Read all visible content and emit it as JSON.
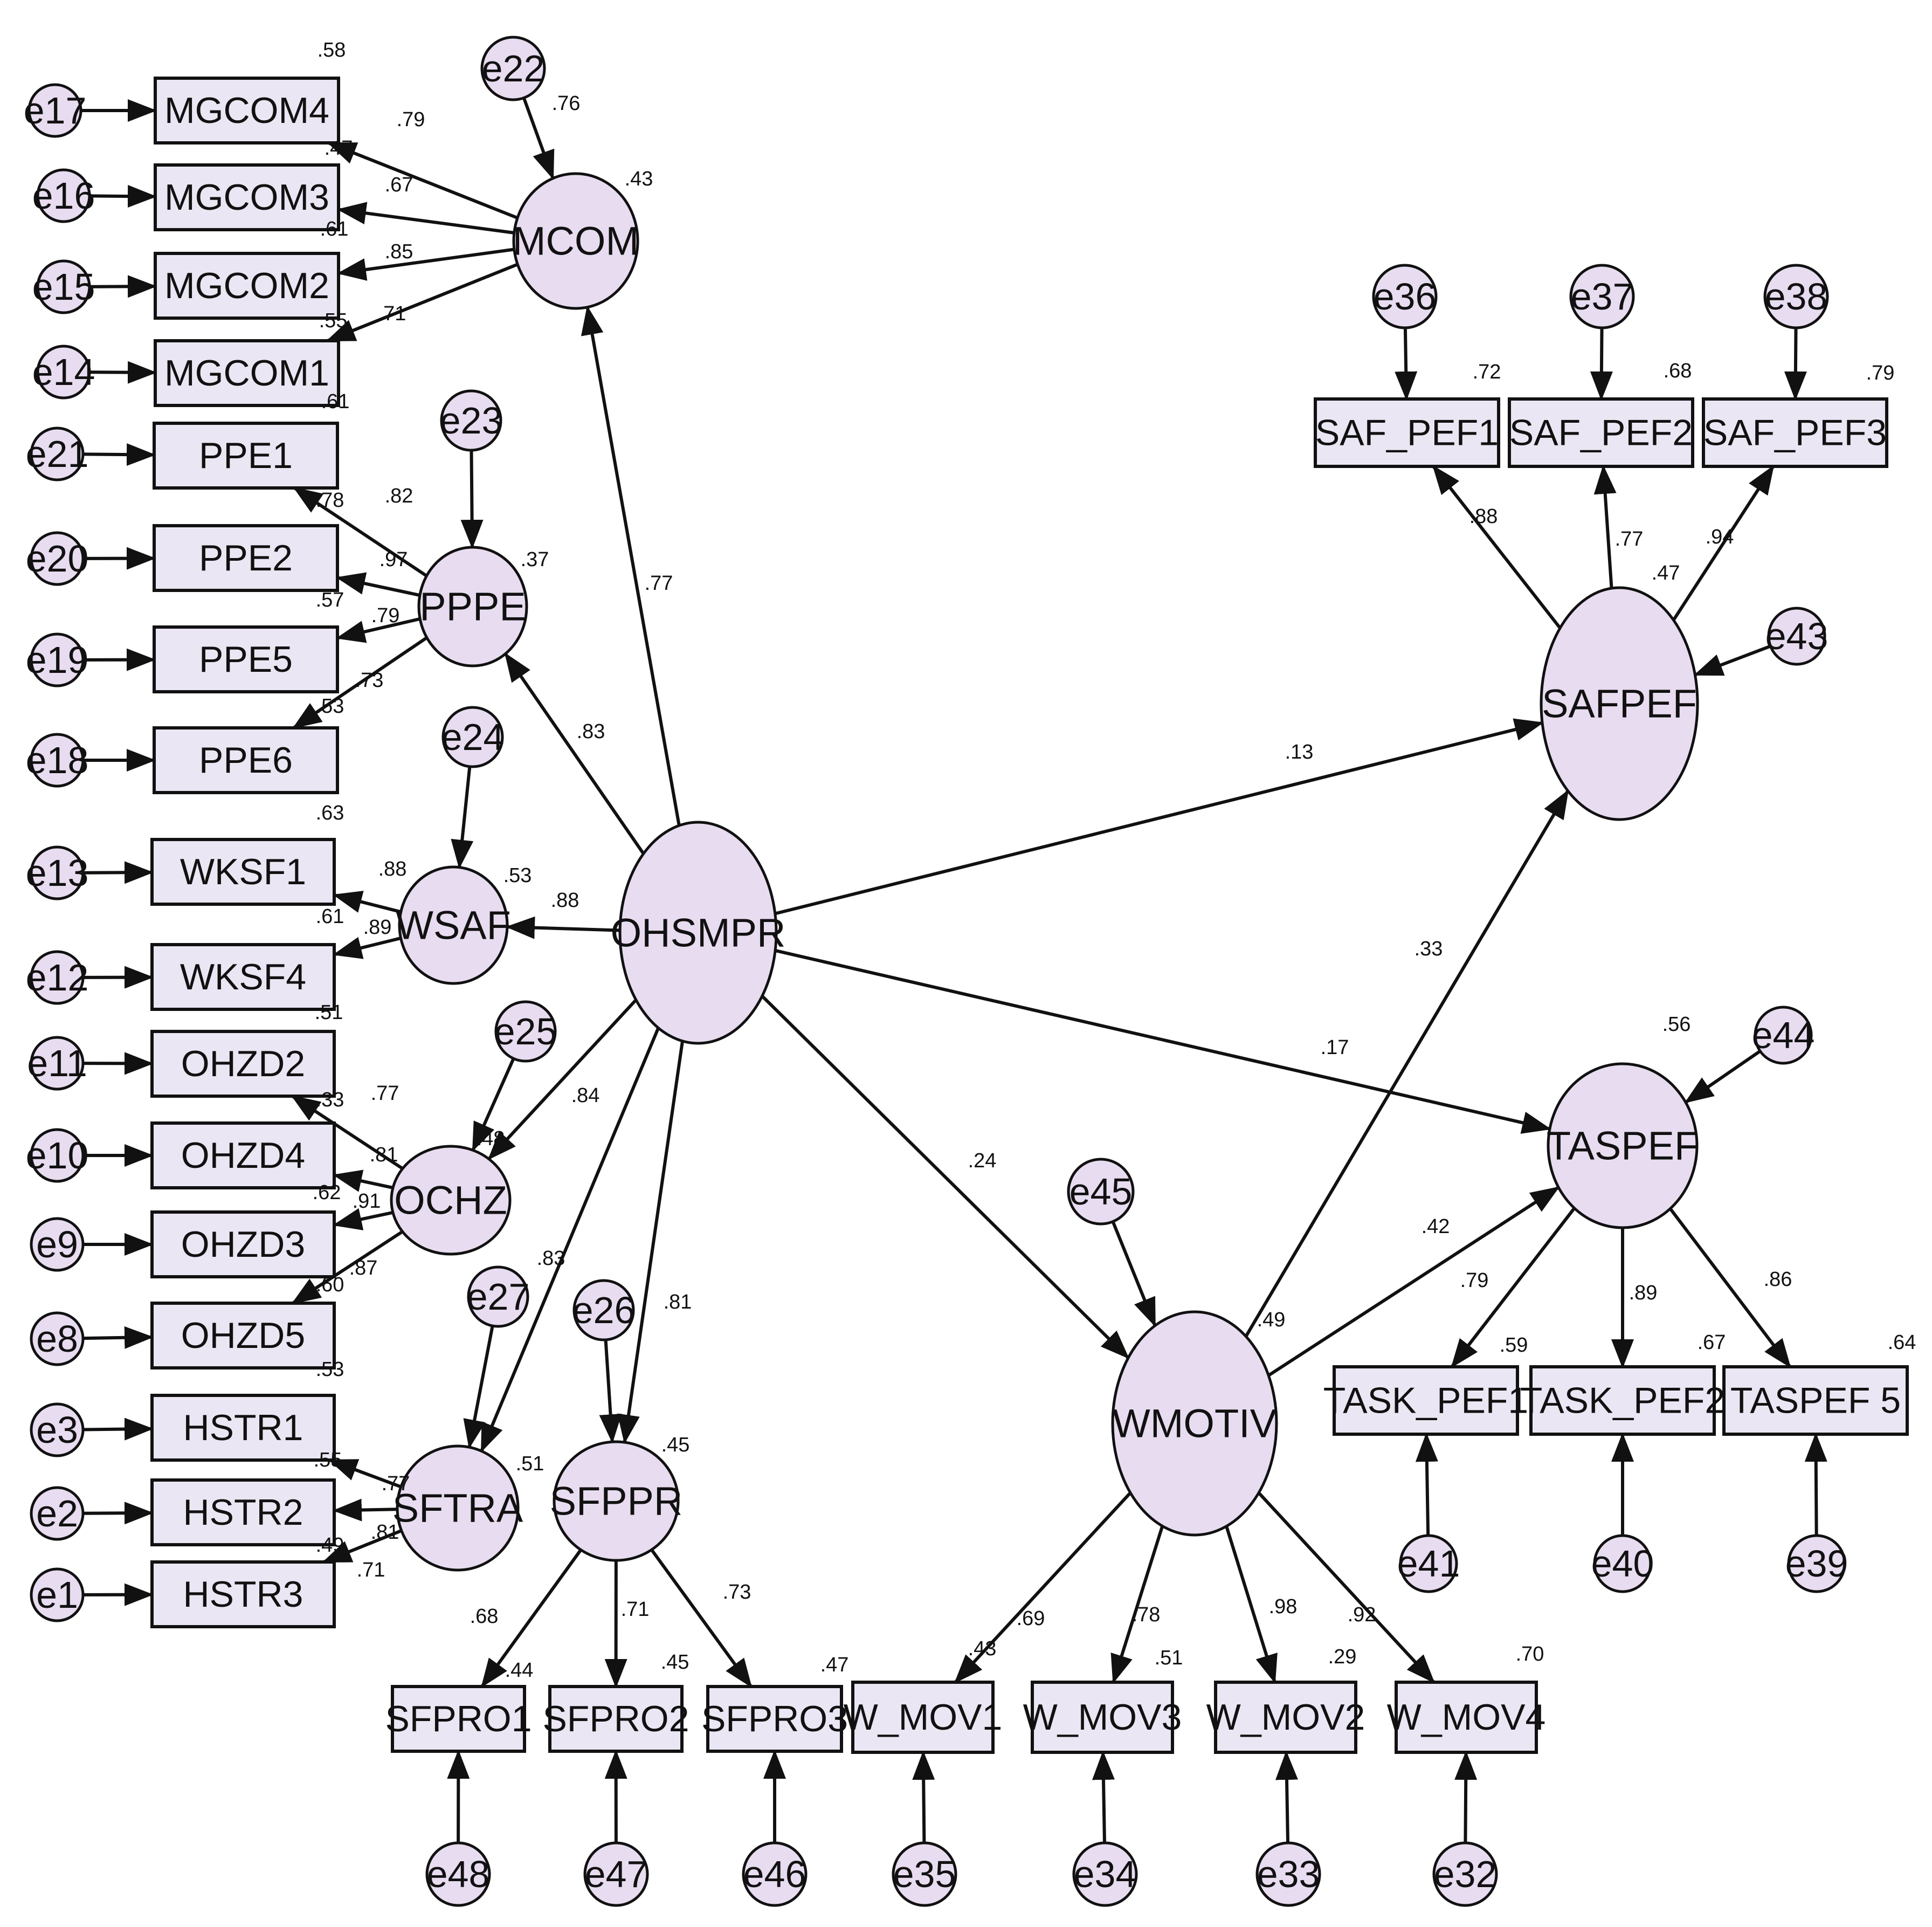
{
  "colors": {
    "latent_fill": "#e8dcf0",
    "box_fill": "#ebe6f3",
    "stroke": "#111111",
    "background": "#ffffff"
  },
  "latents": {
    "OHSMPR": "OHSMPR",
    "MCOM": "MCOM",
    "PPPE": "PPPE",
    "WSAF": "WSAF",
    "OCHZ": "OCHZ",
    "SFTRA": "SFTRA",
    "SFPPR": "SFPPR",
    "WMOTIV": "WMOTIV",
    "SAFPEF": "SAFPEF",
    "TASPEF": "TASPEF"
  },
  "indicators": {
    "MGCOM4": "MGCOM4",
    "MGCOM3": "MGCOM3",
    "MGCOM2": "MGCOM2",
    "MGCOM1": "MGCOM1",
    "PPE1": "PPE1",
    "PPE2": "PPE2",
    "PPE5": "PPE5",
    "PPE6": "PPE6",
    "WKSF1": "WKSF1",
    "WKSF4": "WKSF4",
    "OHZD2": "OHZD2",
    "OHZD4": "OHZD4",
    "OHZD3": "OHZD3",
    "OHZD5": "OHZD5",
    "HSTR1": "HSTR1",
    "HSTR2": "HSTR2",
    "HSTR3": "HSTR3",
    "SFPRO1": "SFPRO1",
    "SFPRO2": "SFPRO2",
    "SFPRO3": "SFPRO3",
    "W_MOV1": "W_MOV1",
    "W_MOV3": "W_MOV3",
    "W_MOV2": "W_MOV2",
    "W_MOV4": "W_MOV4",
    "SAF_PEF1": "SAF_PEF1",
    "SAF_PEF2": "SAF_PEF2",
    "SAF_PEF3": "SAF_PEF3",
    "TASK_PEF1": "TASK_PEF1",
    "TASK_PEF2": "TASK_PEF2",
    "TASPEF5": "TASPEF 5"
  },
  "errors": {
    "e1": "e1",
    "e2": "e2",
    "e3": "e3",
    "e8": "e8",
    "e9": "e9",
    "e10": "e10",
    "e11": "e11",
    "e12": "e12",
    "e13": "e13",
    "e14": "e14",
    "e15": "e15",
    "e16": "e16",
    "e17": "e17",
    "e18": "e18",
    "e19": "e19",
    "e20": "e20",
    "e21": "e21",
    "e22": "e22",
    "e23": "e23",
    "e24": "e24",
    "e25": "e25",
    "e26": "e26",
    "e27": "e27",
    "e32": "e32",
    "e33": "e33",
    "e34": "e34",
    "e35": "e35",
    "e36": "e36",
    "e37": "e37",
    "e38": "e38",
    "e39": "e39",
    "e40": "e40",
    "e41": "e41",
    "e43": "e43",
    "e44": "e44",
    "e45": "e45",
    "e46": "e46",
    "e47": "e47",
    "e48": "e48"
  },
  "r2": {
    "MGCOM4": ".58",
    "MGCOM3": ".47",
    "MGCOM2": ".61",
    "MGCOM1": ".55",
    "PPE1": ".61",
    "PPE2": ".78",
    "PPE5": ".57",
    "PPE6": ".53",
    "WKSF1": ".63",
    "WKSF4": ".61",
    "OHZD2": ".51",
    "OHZD4": ".33",
    "OHZD3": ".62",
    "OHZD5": ".60",
    "HSTR1": ".53",
    "HSTR2": ".55",
    "HSTR3": ".49",
    "MCOM": ".43",
    "PPPE": ".37",
    "WSAF": ".53",
    "OCHZ": ".48",
    "SFTRA": ".51",
    "SFPPR": ".45",
    "WMOTIV": ".49",
    "SAFPEF": ".47",
    "TASPEF": ".56",
    "SFPRO1": ".44",
    "SFPRO2": ".45",
    "SFPRO3": ".47",
    "W_MOV1": ".43",
    "W_MOV3": ".51",
    "W_MOV2": ".29",
    "W_MOV4": ".70",
    "SAF_PEF1": ".72",
    "SAF_PEF2": ".68",
    "SAF_PEF3": ".79",
    "TASK_PEF1": ".59",
    "TASK_PEF2": ".67",
    "TASPEF5": ".64"
  },
  "paths": {
    "MCOM_MGCOM4": ".79",
    "MCOM_MGCOM3": ".67",
    "MCOM_MGCOM2": ".85",
    "MCOM_MGCOM1": ".71",
    "e22_MCOM": ".76",
    "PPPE_PPE1": ".82",
    "PPPE_PPE2": ".97",
    "PPPE_PPE5": ".79",
    "PPPE_PPE6": ".73",
    "WSAF_WKSF1": ".88",
    "WSAF_WKSF4": ".89",
    "OCHZ_OHZD2": ".77",
    "OCHZ_OHZD4": ".81",
    "OCHZ_OHZD3": ".91",
    "OCHZ_OHZD5": ".87",
    "SFTRA_HSTR1": ".77",
    "SFTRA_HSTR2": ".81",
    "SFTRA_HSTR3": ".71",
    "OHSMPR_MCOM": ".77",
    "OHSMPR_PPPE": ".83",
    "OHSMPR_WSAF": ".88",
    "OHSMPR_OCHZ": ".84",
    "OHSMPR_SFTRA": ".83",
    "OHSMPR_SFPPR": ".81",
    "OHSMPR_WMOTIV": ".24",
    "OHSMPR_SAFPEF": ".13",
    "OHSMPR_TASPEF": ".17",
    "WMOTIV_SAFPEF": ".33",
    "WMOTIV_TASPEF": ".42",
    "SFPPR_SFPRO1": ".68",
    "SFPPR_SFPRO2": ".71",
    "SFPPR_SFPRO3": ".73",
    "WMOTIV_W_MOV1": ".69",
    "WMOTIV_W_MOV3": ".78",
    "WMOTIV_W_MOV2": ".98",
    "WMOTIV_W_MOV4": ".92",
    "SAFPEF_SAF_PEF1": ".88",
    "SAFPEF_SAF_PEF2": ".77",
    "SAFPEF_SAF_PEF3": ".94",
    "TASPEF_TASK_PEF1": ".79",
    "TASPEF_TASK_PEF2": ".89",
    "TASPEF_TASPEF5": ".86"
  }
}
